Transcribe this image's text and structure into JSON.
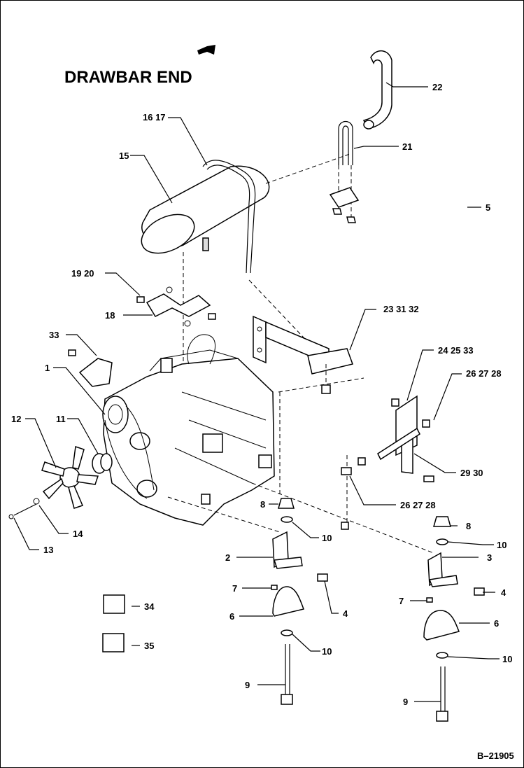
{
  "title": "DRAWBAR END",
  "drawing_number": "B–21905",
  "callouts": {
    "c22": "22",
    "c21": "21",
    "c5": "5",
    "c1617": "16 17",
    "c15": "15",
    "c1920": "19 20",
    "c18": "18",
    "c233132": "23 31 32",
    "c33": "33",
    "c1": "1",
    "c242533": "24 25 33",
    "c262728a": "26 27 28",
    "c12": "12",
    "c11": "11",
    "c2930": "29 30",
    "c262728b": "26 27 28",
    "c8a": "8",
    "c10a": "10",
    "c14": "14",
    "c13": "13",
    "c2": "2",
    "c8b": "8",
    "c10b": "10",
    "c3": "3",
    "c7a": "7",
    "c4a": "4",
    "c4b": "4",
    "c6a": "6",
    "c7b": "7",
    "c6b": "6",
    "c10c": "10",
    "c10d": "10",
    "c9a": "9",
    "c9b": "9",
    "c34": "34",
    "c35": "35"
  }
}
